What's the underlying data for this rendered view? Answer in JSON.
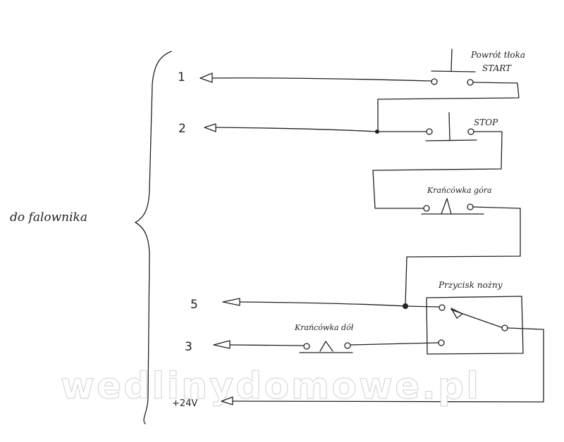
{
  "labels": {
    "side": "do falownika",
    "powrot": "Powrót tłoka",
    "start": "START",
    "stop": "STOP",
    "krancowka_gora": "Krańcówka góra",
    "przycisk": "Przycisk nożny",
    "krancowka_dol": "Krańcówka dół"
  },
  "terminals": {
    "t1": "1",
    "t2": "2",
    "t5": "5",
    "t3": "3",
    "t24": "+24V"
  },
  "watermark": "wedlinydomowe.pl",
  "colors": {
    "ink": "#222222",
    "watermark_stroke": "#d8d8d8"
  }
}
